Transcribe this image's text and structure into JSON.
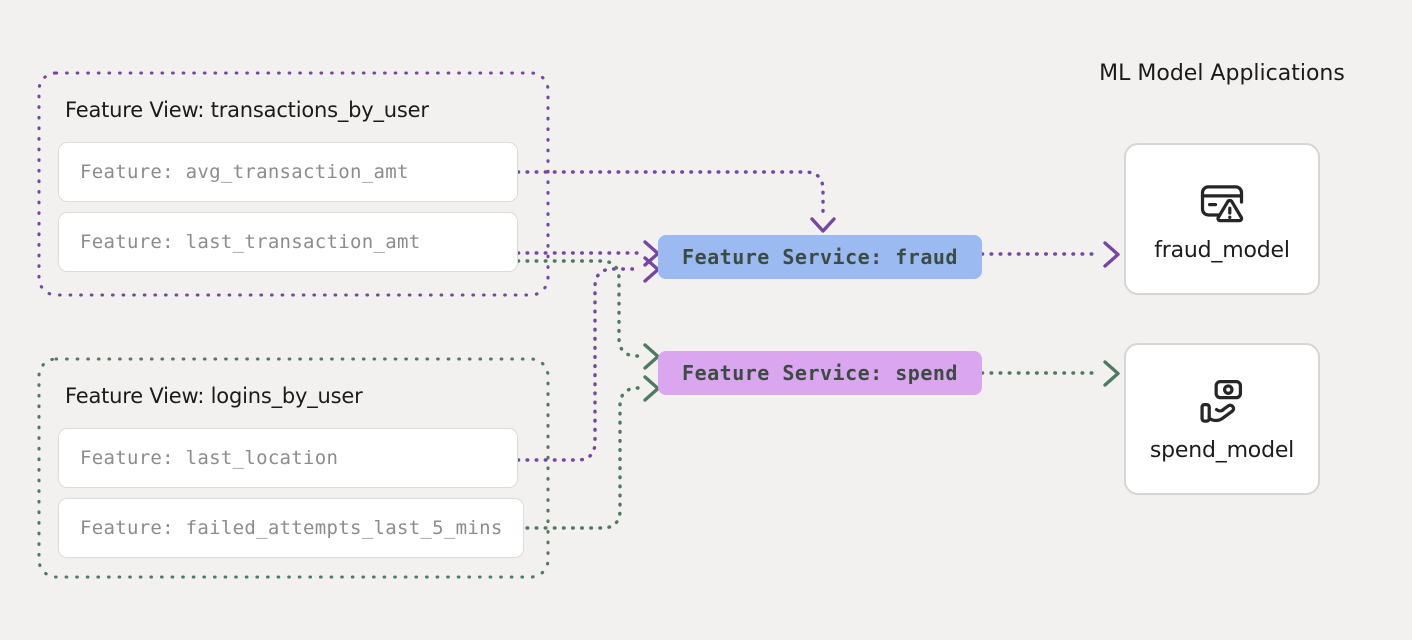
{
  "colors": {
    "background": "#f2f1f0",
    "purple": "#7646a2",
    "green": "#4f7a62",
    "fraud_service_bg": "#9abaf1",
    "spend_service_bg": "#d9a6ef",
    "service_text": "#3c4b43",
    "pill_text": "#8c8c8c",
    "pill_border": "#dcdcdc",
    "title_text": "#1b1b1b",
    "card_border": "#d8d6d4",
    "icon_stroke": "#262626",
    "model_text": "#1c1c1c"
  },
  "feature_views": [
    {
      "title": "Feature View: transactions_by_user",
      "accent": "purple",
      "features": [
        "Feature: avg_transaction_amt",
        "Feature: last_transaction_amt"
      ]
    },
    {
      "title": "Feature View: logins_by_user",
      "accent": "green",
      "features": [
        "Feature: last_location",
        "Feature: failed_attempts_last_5_mins"
      ]
    }
  ],
  "feature_services": [
    {
      "label": "Feature Service: fraud",
      "color": "blue"
    },
    {
      "label": "Feature Service: spend",
      "color": "lilac"
    }
  ],
  "applications": {
    "header": "ML Model Applications",
    "models": [
      {
        "label": "fraud_model",
        "icon": "credit-card-alert-icon"
      },
      {
        "label": "spend_model",
        "icon": "hand-cash-icon"
      }
    ]
  }
}
